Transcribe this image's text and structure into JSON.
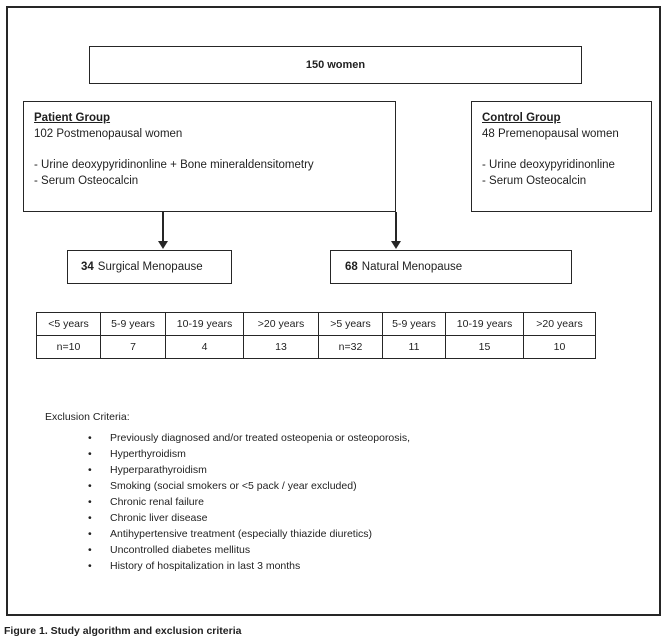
{
  "figure": {
    "caption": "Figure 1. Study algorithm and exclusion criteria"
  },
  "flowchart": {
    "total_box": "150 women",
    "patient_group": {
      "title": "Patient Group",
      "subtitle": "102 Postmenopausal women",
      "items": [
        "- Urine deoxypyridinonline + Bone mineraldensitometry",
        "- Serum Osteocalcin"
      ]
    },
    "control_group": {
      "title": "Control Group",
      "subtitle": "48 Premenopausal women",
      "items": [
        "- Urine deoxypyridinonline",
        "- Serum Osteocalcin"
      ]
    },
    "surgical_box": {
      "count": "34",
      "label": "Surgical Menopause"
    },
    "natural_box": {
      "count": "68",
      "label": "Natural Menopause"
    }
  },
  "duration_table": {
    "headers": [
      "<5 years",
      "5-9 years",
      "10-19 years",
      ">20 years",
      ">5 years",
      "5-9 years",
      "10-19 years",
      ">20 years"
    ],
    "values": [
      "n=10",
      "7",
      "4",
      "13",
      "n=32",
      "11",
      "15",
      "10"
    ]
  },
  "exclusion": {
    "title": "Exclusion Criteria:",
    "items": [
      "Previously diagnosed and/or treated osteopenia or osteoporosis,",
      "Hyperthyroidism",
      "Hyperparathyroidism",
      "Smoking (social smokers or <5 pack / year excluded)",
      "Chronic renal failure",
      "Chronic liver disease",
      "Antihypertensive treatment (especially thiazide diuretics)",
      "Uncontrolled diabetes mellitus",
      "History of hospitalization in last 3 months"
    ]
  },
  "colors": {
    "ink": "#1f1f1f",
    "border": "#262626",
    "background": "#ffffff"
  }
}
